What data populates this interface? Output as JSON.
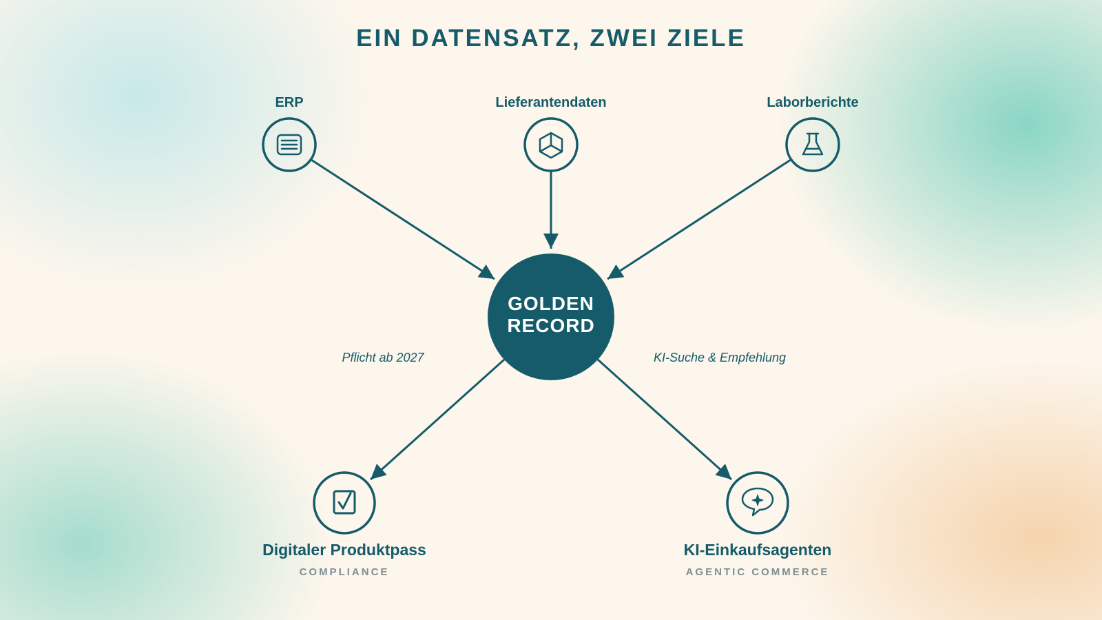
{
  "title": "EIN DATENSATZ, ZWEI ZIELE",
  "hub": {
    "line1": "GOLDEN",
    "line2": "RECORD"
  },
  "sources": [
    {
      "label": "ERP",
      "icon": "document-icon"
    },
    {
      "label": "Lieferantendaten",
      "icon": "cube-icon"
    },
    {
      "label": "Laborberichte",
      "icon": "flask-icon"
    }
  ],
  "flow_notes": {
    "left": "Pflicht ab 2027",
    "right": "KI-Suche & Empfehlung"
  },
  "targets": [
    {
      "title": "Digitaler Produktpass",
      "subtitle": "COMPLIANCE",
      "icon": "checkbox-icon"
    },
    {
      "title": "KI-Einkaufsagenten",
      "subtitle": "AGENTIC COMMERCE",
      "icon": "chat-sparkle-icon"
    }
  ],
  "colors": {
    "primary": "#155b6a",
    "subtitle": "#7f8e93",
    "background": "#fcf6ec",
    "hub_text": "#ffffff"
  }
}
